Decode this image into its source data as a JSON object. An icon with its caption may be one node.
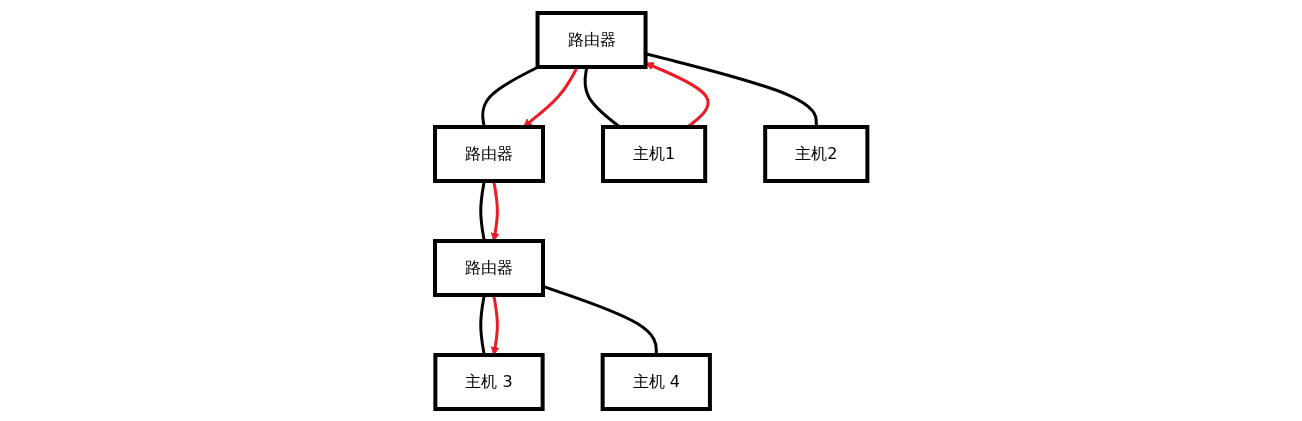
{
  "diagram": {
    "nodes": [
      {
        "text": [
          "路由器"
        ]
      },
      {
        "text": [
          "路由器"
        ]
      },
      {
        "text": [
          "路由器"
        ]
      },
      {
        "text": [
          "主机1"
        ]
      },
      {
        "text": [
          "主机2"
        ]
      },
      {
        "text": [
          "主机 3"
        ]
      },
      {
        "text": [
          "主机 4"
        ]
      }
    ],
    "edges": [
      {
        "from": 1,
        "to": 0,
        "arrow": "none"
      },
      {
        "from": 0,
        "to": 2,
        "arrow": "none"
      },
      {
        "from": 1,
        "to": 3,
        "arrow": "none"
      },
      {
        "from": 1,
        "to": 4,
        "arrow": "none"
      },
      {
        "from": 2,
        "to": 5,
        "arrow": "none"
      },
      {
        "from": 2,
        "to": 6,
        "arrow": "none"
      },
      {
        "from": 3,
        "to": 1,
        "arrow": "to",
        "color": "#ed1c24"
      },
      {
        "from": 1,
        "to": 0,
        "arrow": "to",
        "color": "#ed1c24"
      },
      {
        "from": 0,
        "to": 2,
        "arrow": "to",
        "color": "#ed1c24"
      },
      {
        "from": 2,
        "to": 5,
        "arrow": "to",
        "color": "#ed1c24"
      }
    ]
  }
}
